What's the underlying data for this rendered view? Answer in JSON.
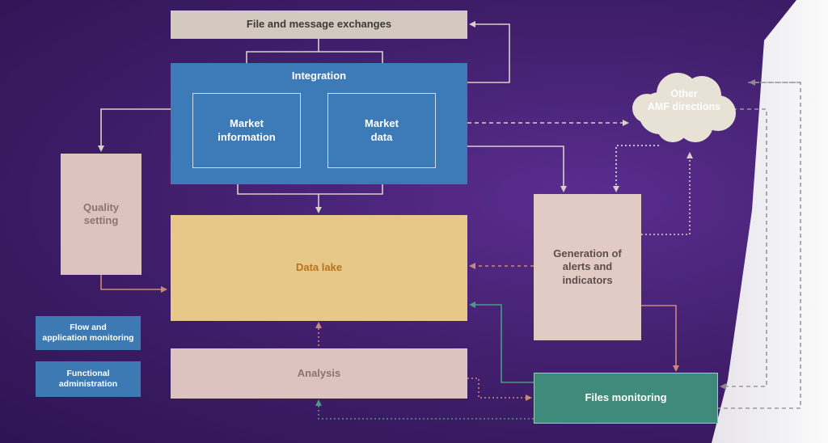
{
  "diagram": {
    "file_exchanges": "File and message exchanges",
    "integration": "Integration",
    "market_information": [
      "Market",
      "information"
    ],
    "market_data": [
      "Market",
      "data"
    ],
    "quality_setting": [
      "Quality",
      "setting"
    ],
    "data_lake": "Data lake",
    "analysis": "Analysis",
    "alerts": [
      "Generation of",
      "alerts and",
      "indicators"
    ],
    "files_monitoring": "Files monitoring",
    "other_amf": [
      "Other",
      "AMF directions"
    ],
    "flow_monitoring": [
      "Flow and",
      "application monitoring"
    ],
    "functional_admin": [
      "Functional",
      "administration"
    ]
  },
  "colors": {
    "background": "#3a1a63",
    "integration_blue": "#3c7bb8",
    "data_lake": "#e8c889",
    "files_monitoring": "#3f8a7a",
    "arrow_light": "#d8d0c8",
    "arrow_salmon": "#c9897a",
    "arrow_teal": "#4a9a86"
  }
}
